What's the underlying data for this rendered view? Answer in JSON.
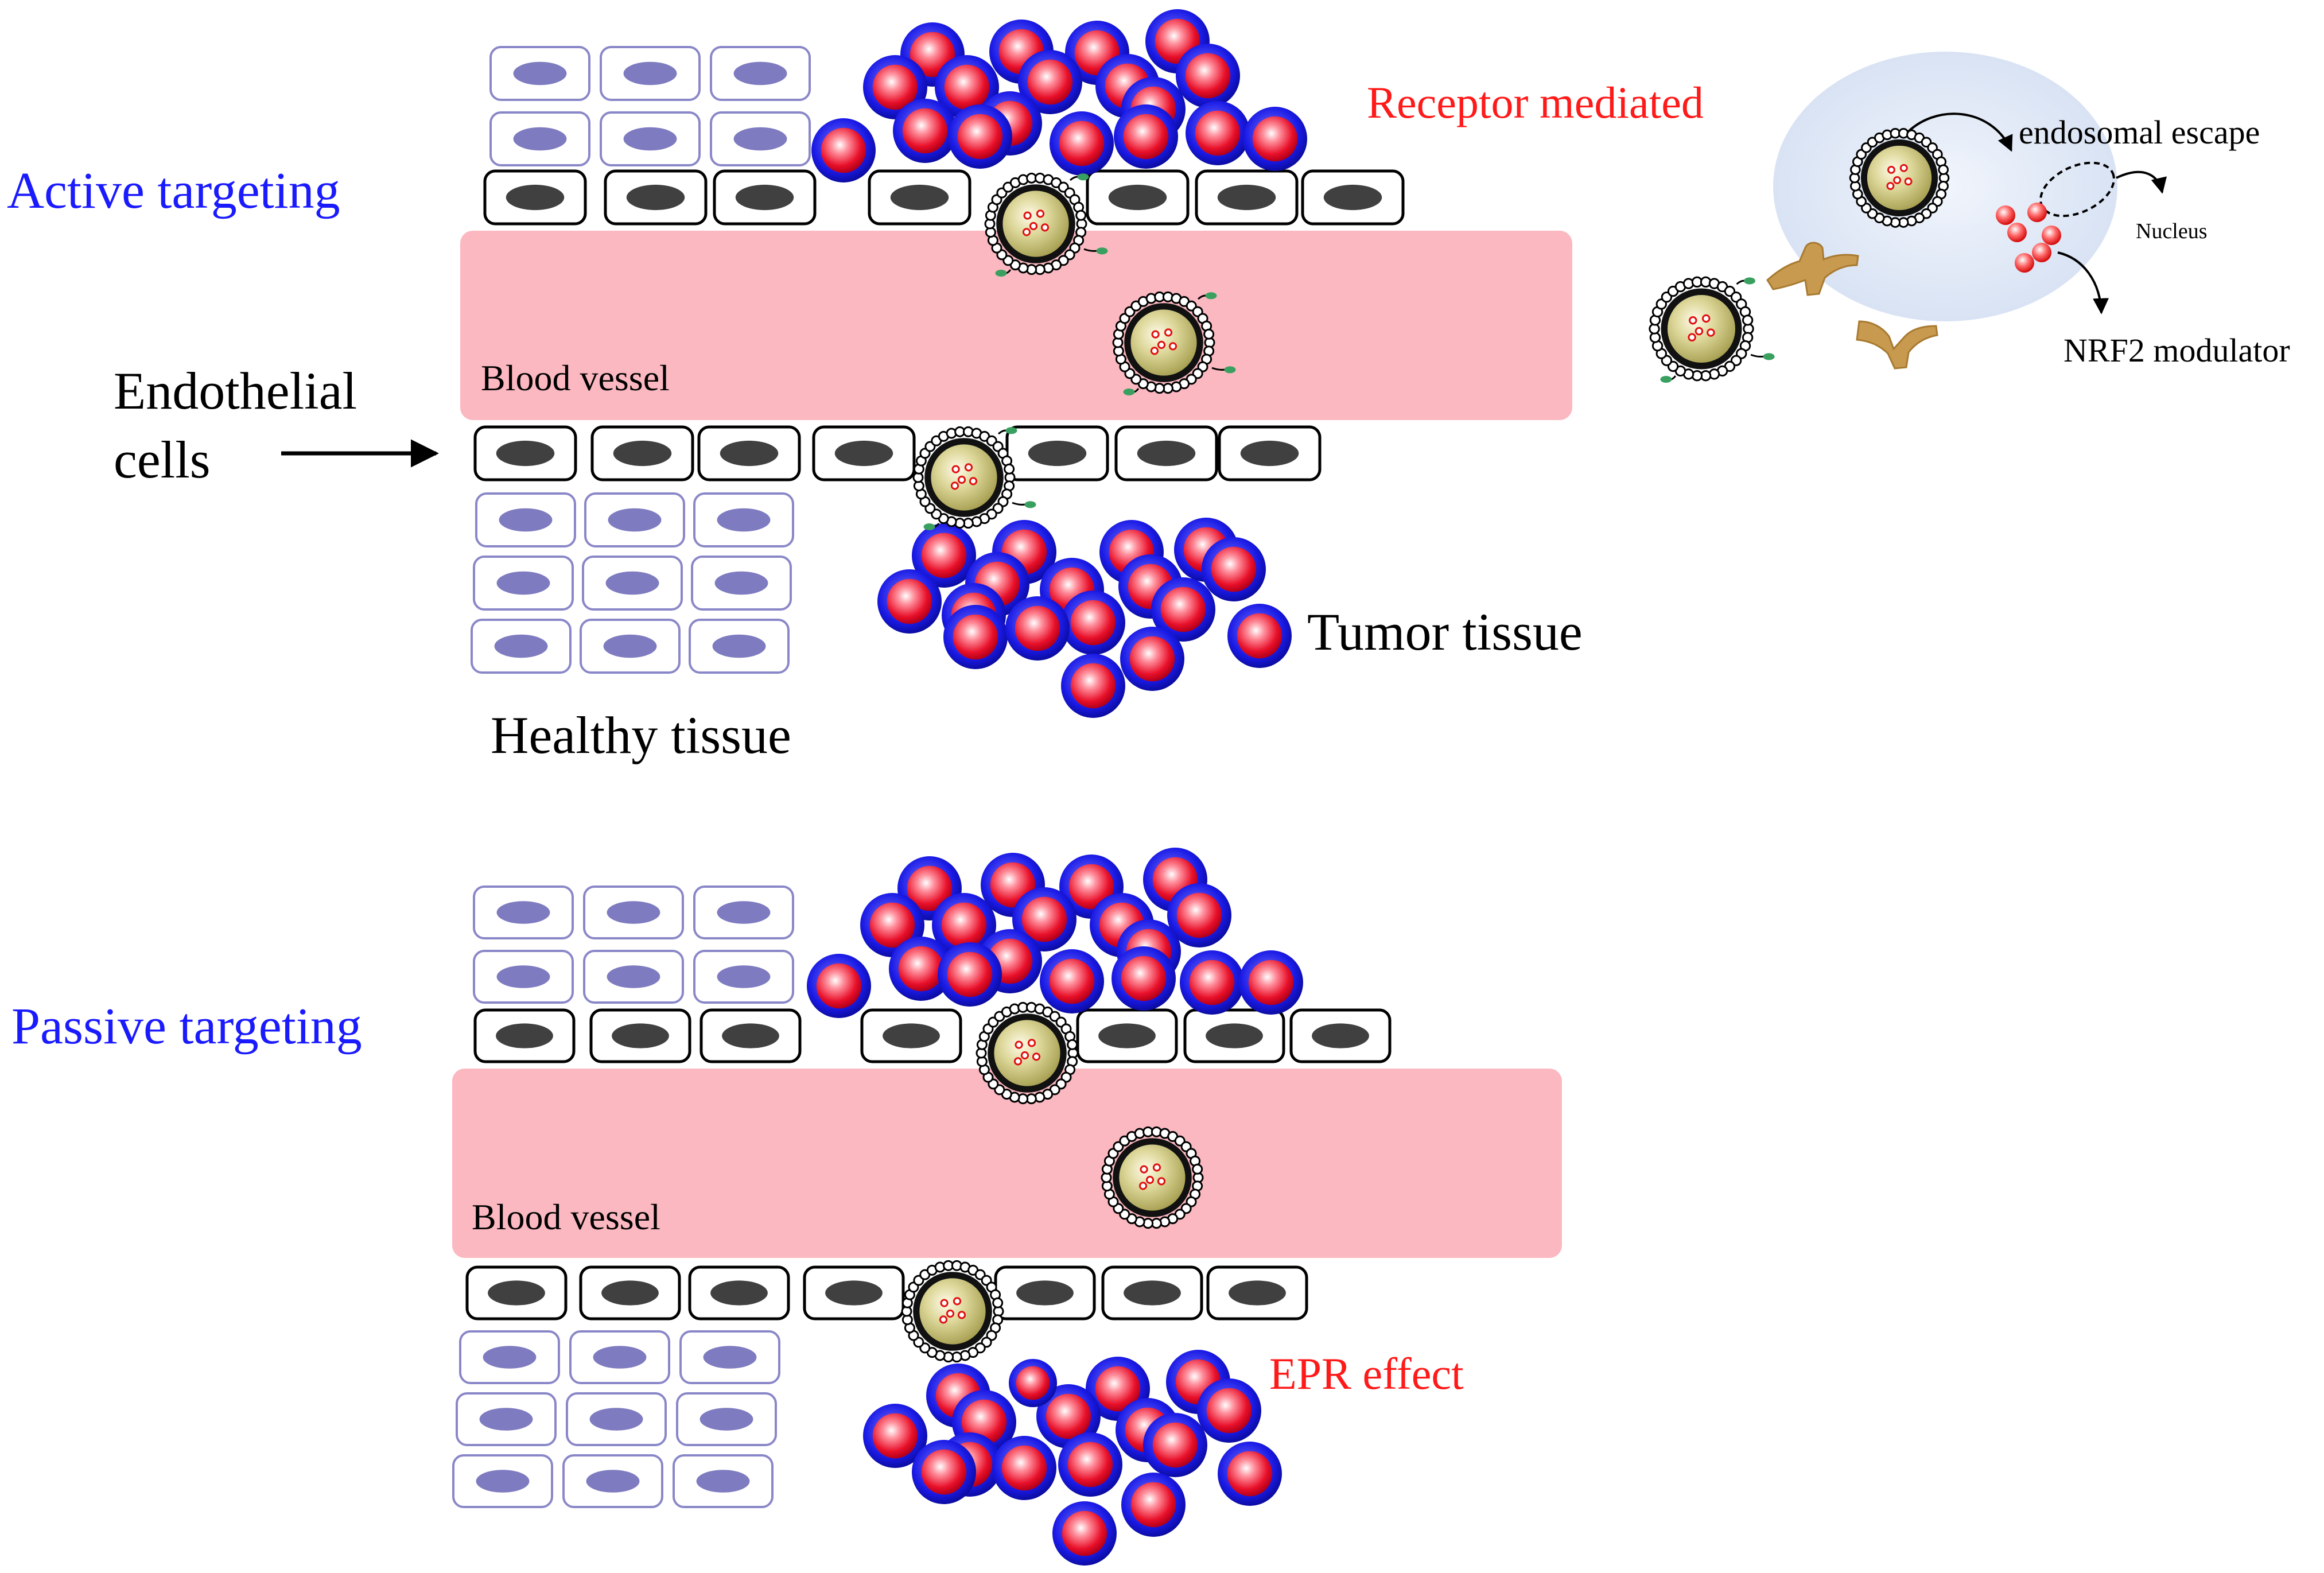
{
  "labels": {
    "active_targeting": "Active targeting",
    "passive_targeting": "Passive targeting",
    "receptor_mediated": "Receptor mediated",
    "endosomal_escape": "endosomal escape",
    "nucleus": "Nucleus",
    "nrf2_modulator": "NRF2 modulator",
    "endothelial_line1": "Endothelial",
    "endothelial_line2": "cells",
    "blood_vessel_top": "Blood vessel",
    "blood_vessel_bottom": "Blood vessel",
    "tumor_tissue": "Tumor tissue",
    "healthy_tissue": "Healthy tissue",
    "epr_effect": "EPR  effect"
  },
  "colors": {
    "vessel_fill": "#fbb8c0",
    "heading_blue": "#1a1aff",
    "annotation_red": "#ff1a1a",
    "healthy_cell_border": "#8a87c8",
    "healthy_nucleus": "#7e7bc0",
    "endothelial_nucleus": "#404040",
    "tumor_outer": "#1a1ae6",
    "tumor_inner": "#e8102a",
    "nanoparticle_core": "#b9b35e",
    "receptor": "#c89a50",
    "ligand": "#3aa060",
    "cell_body": "#dfe8f6"
  }
}
